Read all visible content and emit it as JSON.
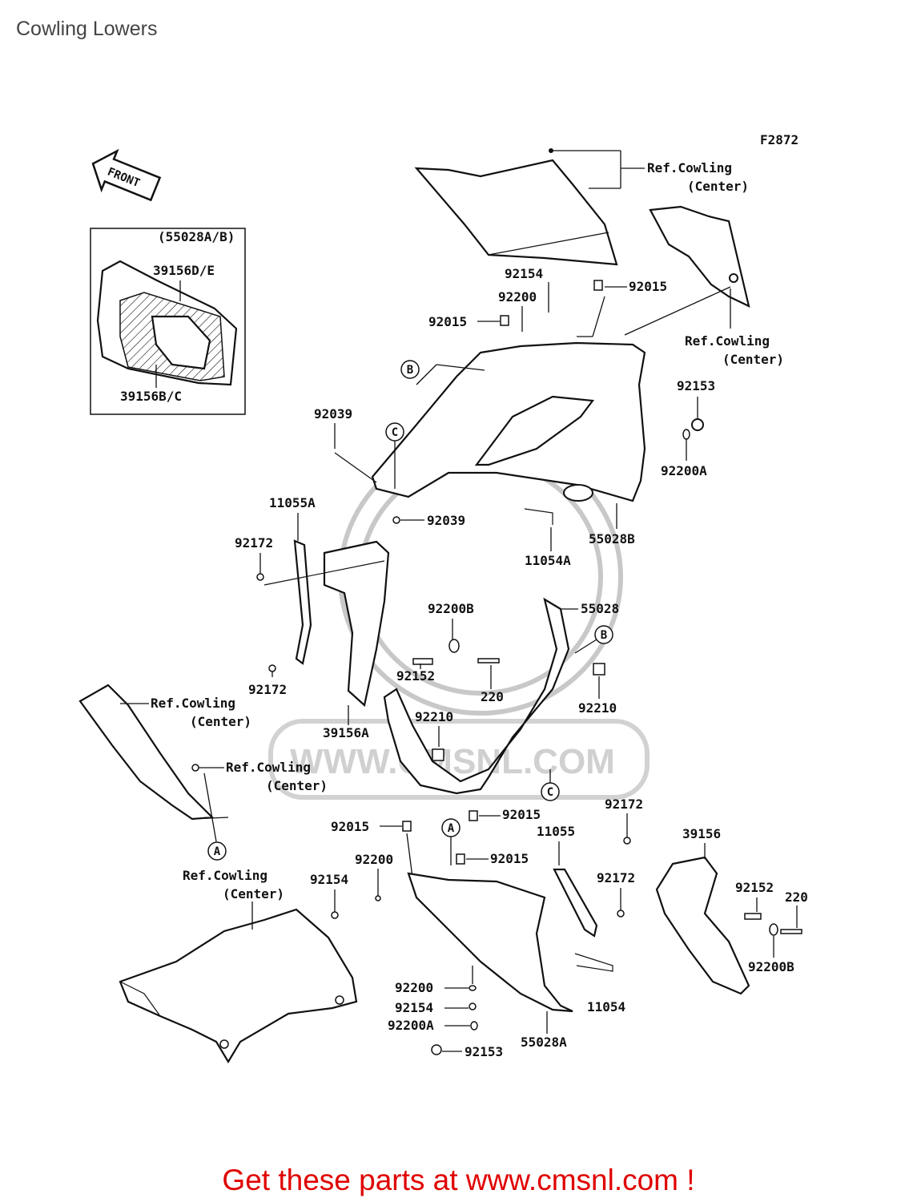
{
  "page_title": "Cowling Lowers",
  "figure_code": "F2872",
  "front_label": "FRONT",
  "watermark": "WWW.CMSNL.COM",
  "inset_title": "(55028A/B)",
  "parts": {
    "p39156DE": "39156D/E",
    "p39156BC": "39156B/C",
    "p92154a": "92154",
    "p92015a": "92015",
    "p92200a": "92200",
    "p92015b": "92015",
    "p92153a": "92153",
    "p92039a": "92039",
    "p92200Aa": "92200A",
    "p11055A": "11055A",
    "p92039b": "92039",
    "p55028B": "55028B",
    "p92172a": "92172",
    "p11054A": "11054A",
    "p92200Ba": "92200B",
    "p55028": "55028",
    "p92172b": "92172",
    "p92152a": "92152",
    "p220a": "220",
    "p92210a": "92210",
    "p39156A": "39156A",
    "p92210b": "92210",
    "p92015c": "92015",
    "p92015d": "92015",
    "p92172c": "92172",
    "p11055": "11055",
    "p39156": "39156",
    "p92200b": "92200",
    "p92015e": "92015",
    "p92154b": "92154",
    "p92172d": "92172",
    "p92152b": "92152",
    "p220b": "220",
    "p92200Bb": "92200B",
    "p92200c": "92200",
    "p11054": "11054",
    "p92154c": "92154",
    "p92200Ab": "92200A",
    "p55028A": "55028A",
    "p92153b": "92153"
  },
  "refs": {
    "r1a": "Ref.Cowling",
    "r1b": "(Center)",
    "r2a": "Ref.Cowling",
    "r2b": "(Center)",
    "r3a": "Ref.Cowling",
    "r3b": "(Center)",
    "r4a": "Ref.Cowling",
    "r4b": "(Center)",
    "r5a": "Ref.Cowling",
    "r5b": "(Center)"
  },
  "callouts": {
    "A": "A",
    "B": "B",
    "C": "C"
  },
  "footer_link": "Get these parts at www.cmsnl.com !"
}
